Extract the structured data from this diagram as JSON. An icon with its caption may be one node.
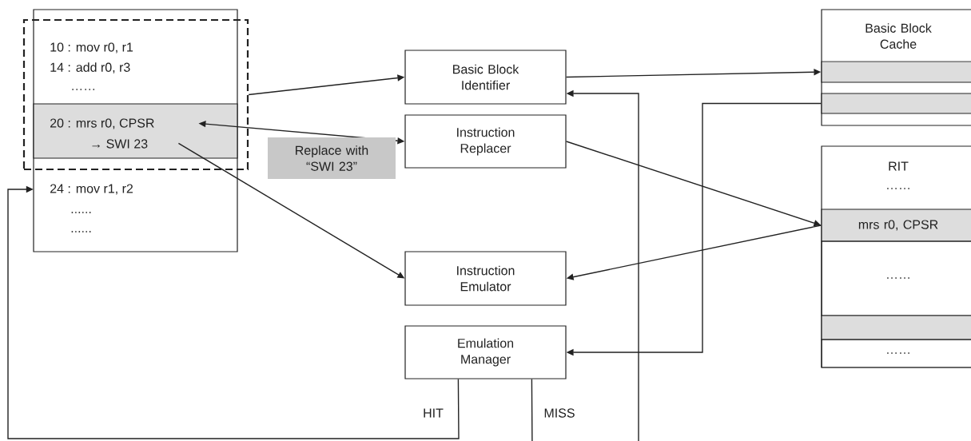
{
  "diagram": {
    "nodes": [
      {
        "text": [],
        "shape": "box"
      },
      {
        "text": [
          "10 : mov  r0,  r1",
          "14 : add   r0,  r3",
          "……"
        ],
        "in": 0
      },
      {
        "text": [
          "20 : mrs  r0,  CPSR",
          "→ SWI 23"
        ],
        "in": 0
      },
      {
        "text": [
          "24 : mov  r1,  r2",
          "......",
          "......"
        ]
      },
      {
        "text": [
          "Basic Block Identifier"
        ]
      },
      {
        "text": [
          "Instruction Replacer"
        ]
      },
      {
        "text": [
          "Instruction Emulator"
        ]
      },
      {
        "text": [
          "Emulation Manager"
        ]
      },
      {
        "text": [
          "Basic Block Cache"
        ]
      },
      {
        "text": [],
        "shape": "box",
        "in": 8
      },
      {
        "text": [],
        "shape": "box",
        "in": 8
      },
      {
        "text": [
          "RIT",
          "……"
        ]
      },
      {
        "text": [
          "mrs  r0,  CPSR"
        ],
        "in": 11
      },
      {
        "text": [
          "……"
        ],
        "in": 11
      },
      {
        "text": [],
        "shape": "box",
        "in": 11
      },
      {
        "text": [
          "……"
        ],
        "in": 11
      }
    ],
    "edges": [
      {
        "from": 0,
        "to": 4,
        "arrow": "to"
      },
      {
        "from": 4,
        "to": 9,
        "arrow": "to"
      },
      {
        "from": 2,
        "to": 5,
        "arrow": "both",
        "label": "Replace with “SWI 23”"
      },
      {
        "from": 2,
        "to": 6,
        "arrow": "to"
      },
      {
        "from": 5,
        "to": 12,
        "arrow": "to"
      },
      {
        "from": 12,
        "to": 6,
        "arrow": "to"
      },
      {
        "from": 10,
        "to": 7,
        "arrow": "to"
      },
      {
        "from": 7,
        "to": 3,
        "arrow": "to",
        "label": "HIT"
      },
      {
        "from": 7,
        "to": 4,
        "arrow": "to",
        "label": "MISS"
      }
    ]
  }
}
